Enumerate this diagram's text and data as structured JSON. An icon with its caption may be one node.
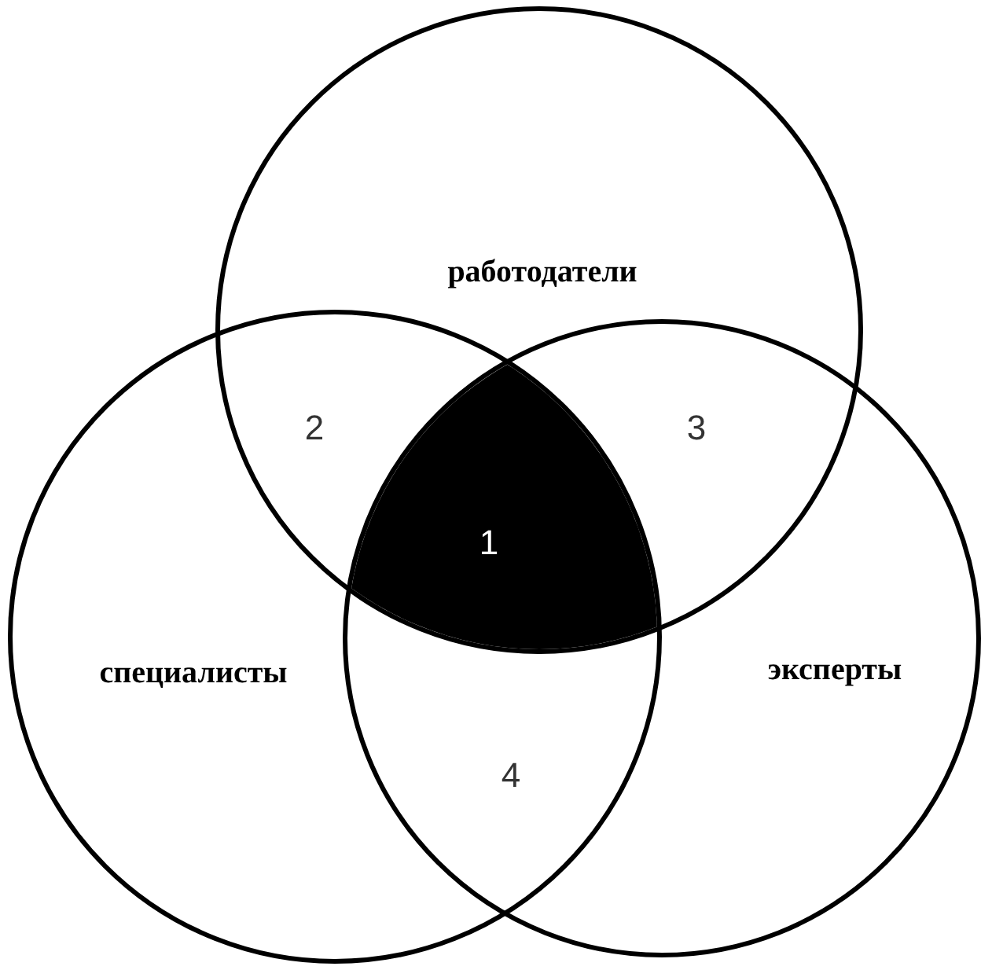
{
  "diagram": {
    "nodes": [
      {
        "text": [
          "работодатели"
        ]
      },
      {
        "text": [
          "специалисты"
        ]
      },
      {
        "text": [
          "эксперты"
        ]
      }
    ],
    "labels": [
      "2",
      "3",
      "1",
      "4"
    ]
  }
}
